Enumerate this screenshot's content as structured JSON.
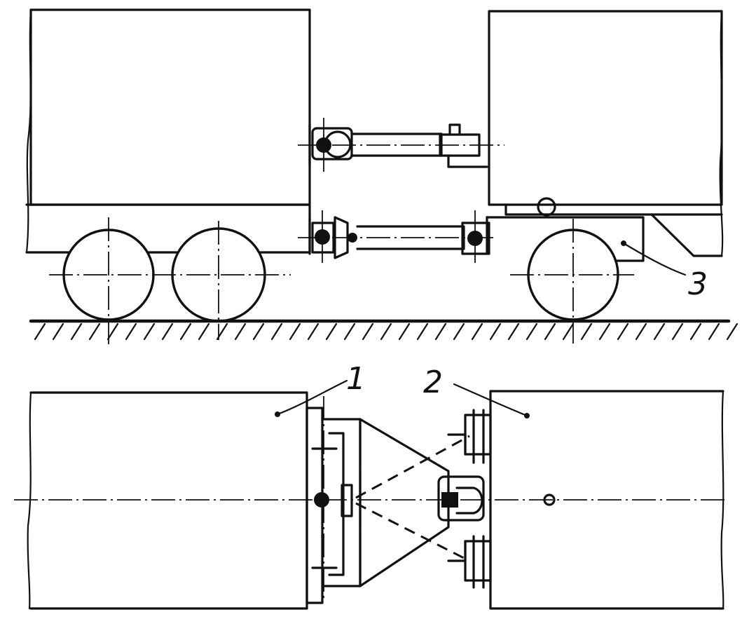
{
  "callouts": {
    "label_1": "1",
    "label_2": "2",
    "label_3": "3"
  },
  "colors": {
    "ink": "#111111",
    "paper": "#ffffff"
  }
}
